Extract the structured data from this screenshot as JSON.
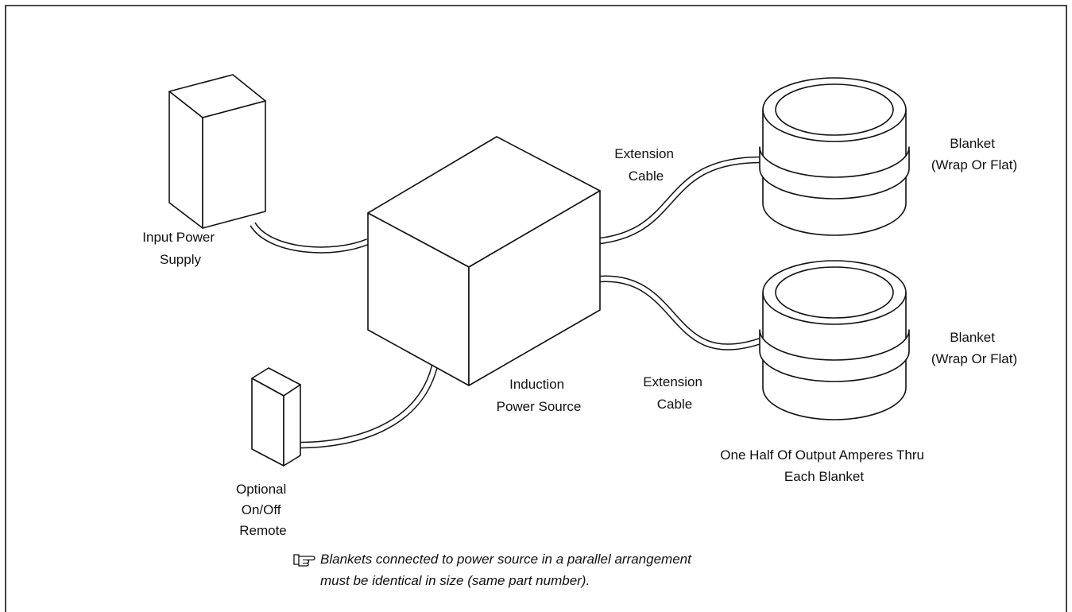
{
  "diagram": {
    "labels": {
      "input_power_supply": [
        "Input Power",
        "Supply"
      ],
      "induction_power_source": [
        "Induction",
        "Power Source"
      ],
      "remote": [
        "Optional",
        "On/Off",
        "Remote"
      ],
      "extension_cable_top": [
        "Extension",
        "Cable"
      ],
      "extension_cable_bottom": [
        "Extension",
        "Cable"
      ],
      "blanket_top": [
        "Blanket",
        "(Wrap Or Flat)"
      ],
      "blanket_bottom": [
        "Blanket",
        "(Wrap Or Flat)"
      ],
      "output_note": [
        "One Half Of Output Amperes Thru",
        "Each Blanket"
      ]
    },
    "note": {
      "icon": "pointing-hand-icon",
      "lines": [
        "Blankets connected to power source in a parallel arrangement",
        "must be identical in size (same part number)."
      ]
    }
  }
}
